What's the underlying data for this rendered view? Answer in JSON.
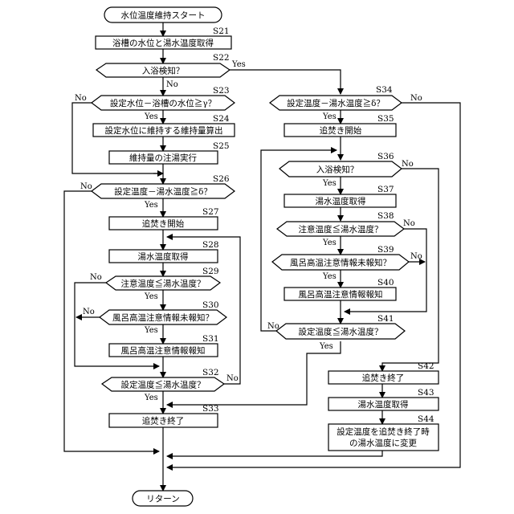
{
  "flowchart": {
    "start": "水位温度維持スタート",
    "end": "リターン",
    "yes": "Yes",
    "no": "No",
    "steps": {
      "S21": {
        "id": "S21",
        "text": "浴槽の水位と湯水温度取得"
      },
      "S22": {
        "id": "S22",
        "text": "入浴検知？"
      },
      "S23": {
        "id": "S23",
        "text": "設定水位－浴槽の水位≧γ？"
      },
      "S24": {
        "id": "S24",
        "text": "設定水位に維持する維持量算出"
      },
      "S25": {
        "id": "S25",
        "text": "維持量の注湯実行"
      },
      "S26": {
        "id": "S26",
        "text": "設定温度－湯水温度≧δ？"
      },
      "S27": {
        "id": "S27",
        "text": "追焚き開始"
      },
      "S28": {
        "id": "S28",
        "text": "湯水温度取得"
      },
      "S29": {
        "id": "S29",
        "text": "注意温度≦湯水温度？"
      },
      "S30": {
        "id": "S30",
        "text": "風呂高温注意情報未報知？"
      },
      "S31": {
        "id": "S31",
        "text": "風呂高温注意情報報知"
      },
      "S32": {
        "id": "S32",
        "text": "設定温度≦湯水温度？"
      },
      "S33": {
        "id": "S33",
        "text": "追焚き終了"
      },
      "S34": {
        "id": "S34",
        "text": "設定温度－湯水温度≧δ？"
      },
      "S35": {
        "id": "S35",
        "text": "追焚き開始"
      },
      "S36": {
        "id": "S36",
        "text": "入浴検知？"
      },
      "S37": {
        "id": "S37",
        "text": "湯水温度取得"
      },
      "S38": {
        "id": "S38",
        "text": "注意温度≦湯水温度？"
      },
      "S39": {
        "id": "S39",
        "text": "風呂高温注意情報未報知？"
      },
      "S40": {
        "id": "S40",
        "text": "風呂高温注意情報報知"
      },
      "S41": {
        "id": "S41",
        "text": "設定温度≦湯水温度？"
      },
      "S42": {
        "id": "S42",
        "text": "追焚き終了"
      },
      "S43": {
        "id": "S43",
        "text": "湯水温度取得"
      },
      "S44": {
        "id": "S44",
        "text1": "設定温度を追焚き終了時",
        "text2": "の湯水温度に変更"
      }
    }
  }
}
